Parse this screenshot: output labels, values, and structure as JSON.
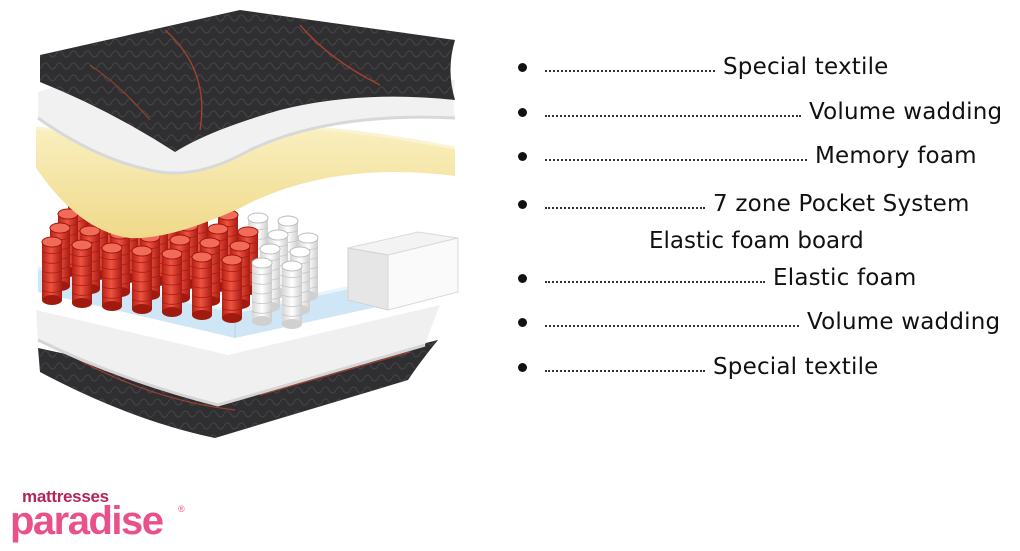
{
  "layers": [
    {
      "label": "Special textile"
    },
    {
      "label": "Volume wadding"
    },
    {
      "label": "Memory foam"
    },
    {
      "label": "7 zone Pocket System"
    },
    {
      "label": "Elastic foam"
    },
    {
      "label": "Volume wadding"
    },
    {
      "label": "Special textile"
    }
  ],
  "sub_label": "Elastic foam board",
  "logo": {
    "top": "mattresses",
    "main": "paradise",
    "reg": "®"
  },
  "colors": {
    "textile": "#2f2f31",
    "textile_stripe": "#b8432f",
    "wadding": "#f1f1f1",
    "memory_foam": "#f5e7a7",
    "spring_red": "#e23c2c",
    "spring_white": "#f6f6f6",
    "elastic_foam": "#cfe6f6",
    "logo_pink": "#e8518a",
    "logo_dark": "#b4235a"
  }
}
